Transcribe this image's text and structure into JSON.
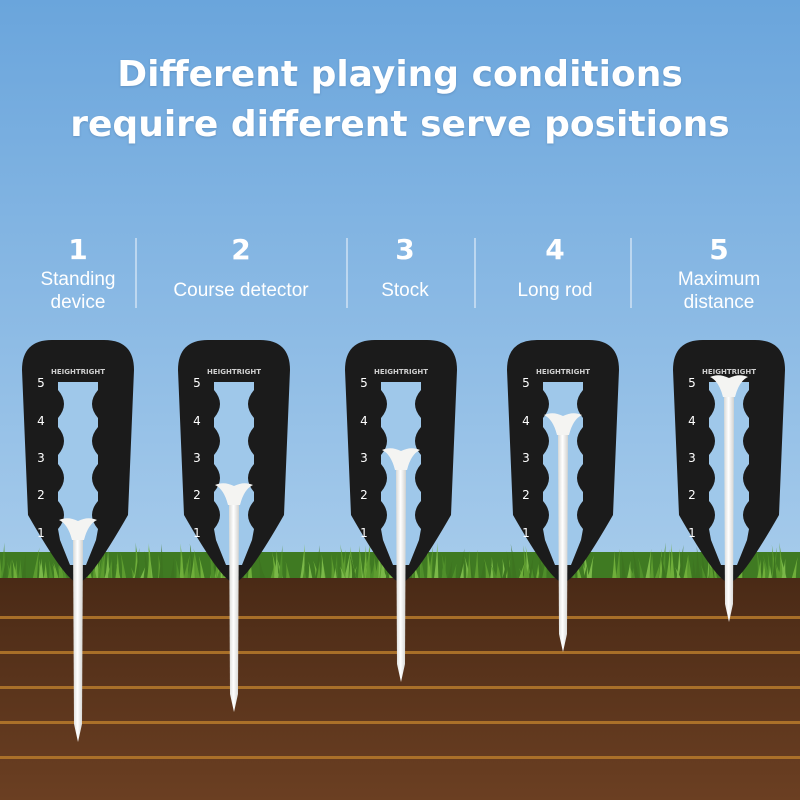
{
  "headline": {
    "line1": "Different playing conditions",
    "line2": "require different serve positions"
  },
  "brand": "HEIGHTRIGHT",
  "scale_marks": [
    "5",
    "4",
    "3",
    "2",
    "1"
  ],
  "positions": [
    {
      "number": "1",
      "label_lines": [
        "Standing",
        "device"
      ],
      "level": 1
    },
    {
      "number": "2",
      "label_lines": [
        "Course detector"
      ],
      "level": 2
    },
    {
      "number": "3",
      "label_lines": [
        "Stock"
      ],
      "level": 3
    },
    {
      "number": "4",
      "label_lines": [
        "Long rod"
      ],
      "level": 4
    },
    {
      "number": "5",
      "label_lines": [
        "Maximum",
        "distance"
      ],
      "level": 5
    }
  ],
  "colors": {
    "sky_top": "#6aa5dc",
    "sky_bottom": "#b7d5ee",
    "grass": "#4f8f2a",
    "soil": "#5a341c",
    "soil_line": "#b77a2c",
    "holder": "#1b1b1b",
    "tee": "#f4f4f2",
    "text": "#ffffff"
  }
}
